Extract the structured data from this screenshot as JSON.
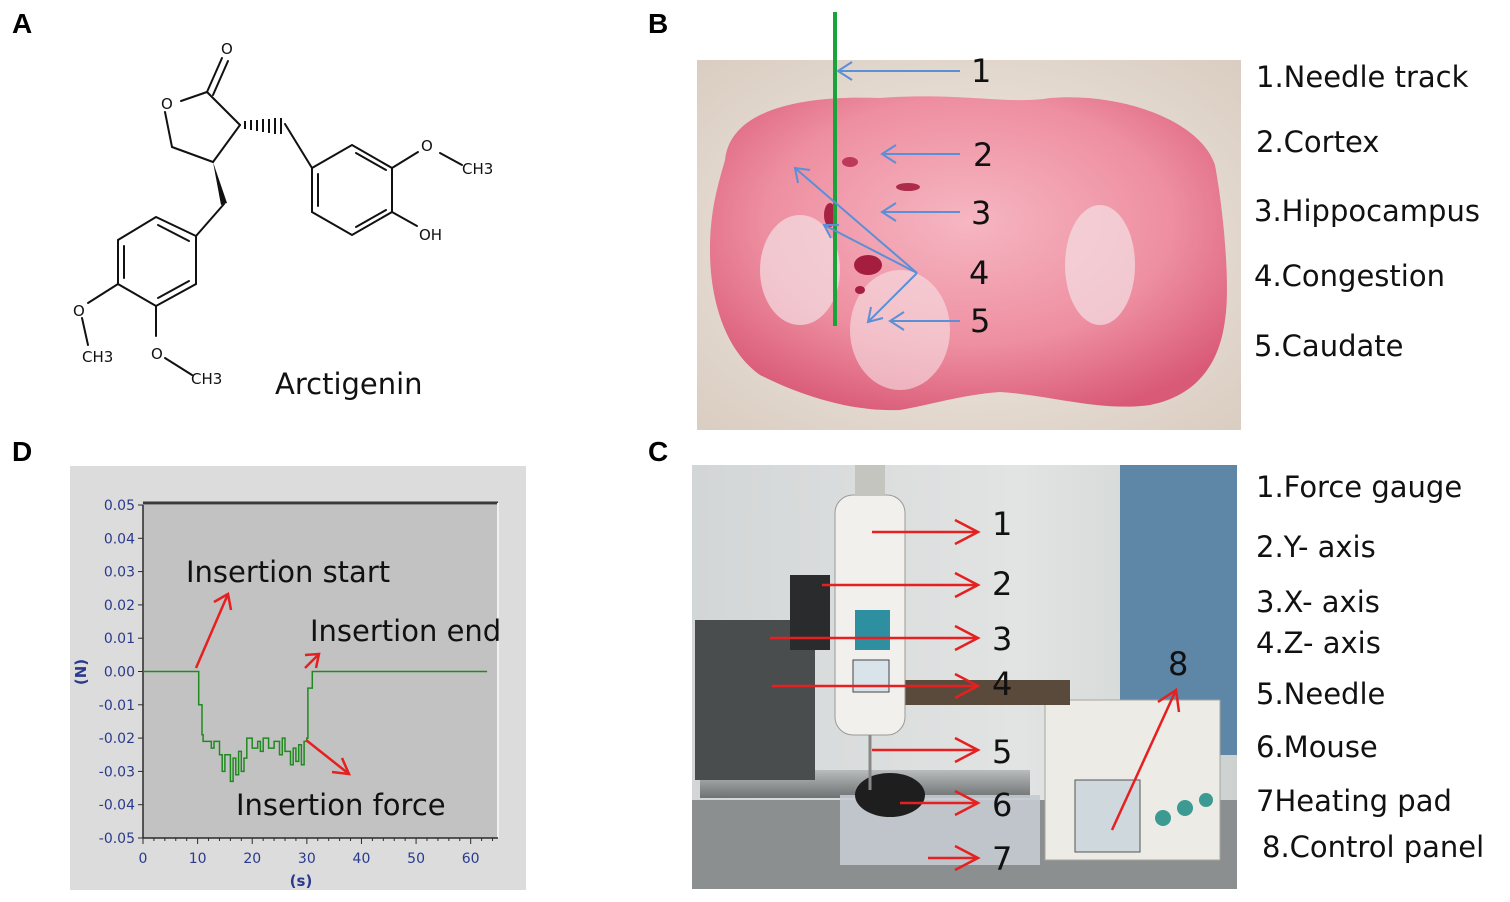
{
  "panels": {
    "A": {
      "label": "A",
      "compound_name": "Arctigenin",
      "atom_labels": {
        "o_carbonyl": "O",
        "o_ring": "O",
        "o_methoxy_right": "O",
        "ch3_right": "CH3",
        "oh": "OH",
        "o_methoxy_left_1": "O",
        "ch3_left_1": "CH3",
        "o_methoxy_left_2": "O",
        "ch3_left_2": "CH3"
      }
    },
    "B": {
      "label": "B",
      "numbers": [
        "1",
        "2",
        "3",
        "4",
        "5"
      ],
      "legend": [
        "1.Needle track",
        "2.Cortex",
        "3.Hippocampus",
        "4.Congestion",
        "5.Caudate"
      ],
      "colors": {
        "needle": "#1aa33a",
        "arrow": "#5b8fd6",
        "tissue": "#ec8d9e"
      }
    },
    "C": {
      "label": "C",
      "numbers": [
        "1",
        "2",
        "3",
        "4",
        "5",
        "6",
        "7",
        "8"
      ],
      "legend": [
        "1.Force gauge",
        "2.Y- axis",
        "3.X- axis",
        "4.Z- axis",
        "5.Needle",
        "6.Mouse",
        "7Heating pad",
        "8.Control panel"
      ],
      "colors": {
        "arrow": "#e62020"
      }
    },
    "D": {
      "label": "D",
      "annotations": {
        "start": "Insertion start",
        "end": "Insertion end",
        "force": "Insertion force"
      }
    }
  },
  "chart_data": {
    "type": "line",
    "title": "",
    "xlabel": "(s)",
    "ylabel": "(N)",
    "xlim": [
      0,
      65
    ],
    "ylim": [
      -0.05,
      0.05
    ],
    "xticks": [
      "0",
      "10",
      "20",
      "30",
      "40",
      "50",
      "60"
    ],
    "yticks": [
      "0.05",
      "0.04",
      "0.03",
      "0.02",
      "0.01",
      "0.00",
      "-0.01",
      "-0.02",
      "-0.03",
      "-0.04",
      "-0.05"
    ],
    "grid": false,
    "colors": {
      "line": "#1f8a1f",
      "plot_bg": "#c2c2c2",
      "tick_text": "#2a3a8c",
      "arrow": "#e62020"
    },
    "series": [
      {
        "x": [
          0,
          10,
          10.2,
          10.8,
          11,
          12,
          12.5,
          13,
          14,
          14.5,
          15,
          16,
          16.5,
          17,
          17.5,
          18,
          18.5,
          19,
          20,
          21,
          21.5,
          22,
          23,
          24,
          25,
          25.5,
          26,
          27,
          27.5,
          28,
          28.5,
          29,
          29.5,
          30,
          30.2,
          31,
          63
        ],
        "y": [
          0,
          0,
          -0.01,
          -0.019,
          -0.021,
          -0.021,
          -0.023,
          -0.021,
          -0.025,
          -0.03,
          -0.025,
          -0.033,
          -0.026,
          -0.031,
          -0.024,
          -0.03,
          -0.026,
          -0.02,
          -0.023,
          -0.021,
          -0.024,
          -0.02,
          -0.023,
          -0.021,
          -0.025,
          -0.02,
          -0.024,
          -0.028,
          -0.023,
          -0.027,
          -0.022,
          -0.028,
          -0.021,
          -0.02,
          -0.005,
          0,
          0
        ]
      }
    ]
  }
}
